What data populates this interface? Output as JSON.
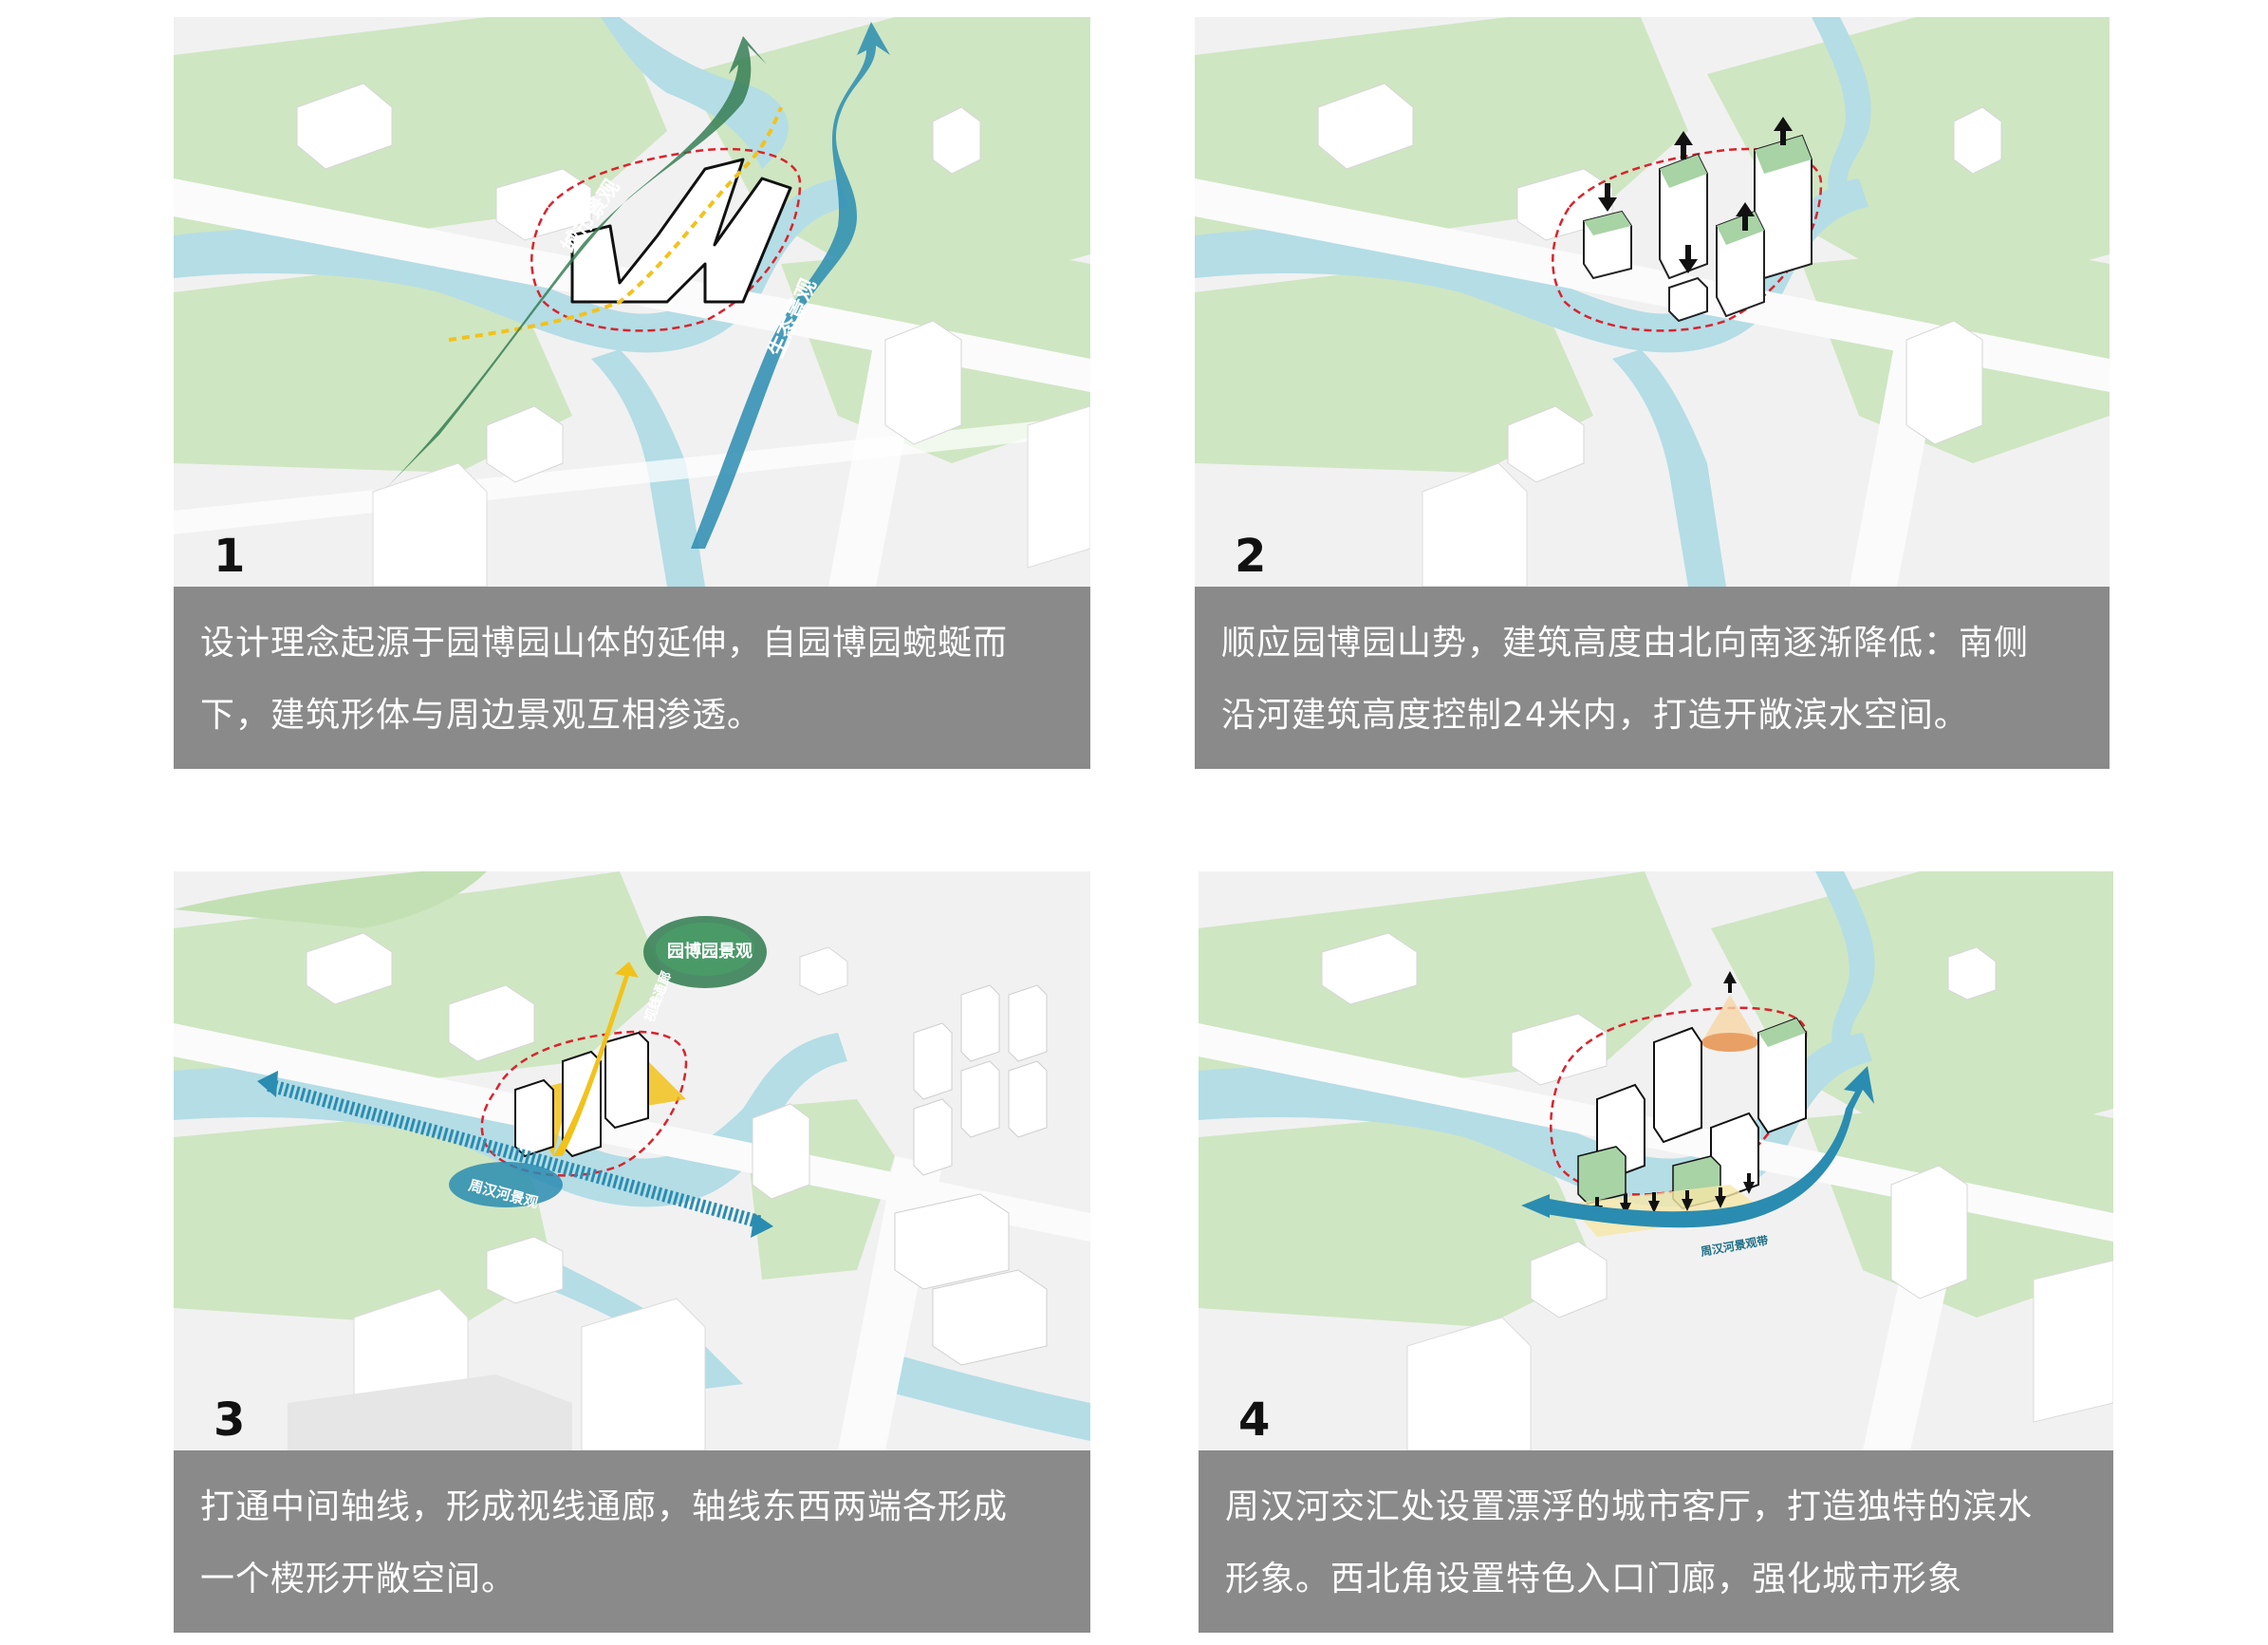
{
  "panels": [
    {
      "number": "1",
      "caption_lines": [
        "设计理念起源于园博园山体的延伸，自园博园蜿蜒而",
        "下，建筑形体与周边景观互相渗透。"
      ],
      "labels": {
        "city": "城市景观",
        "eco": "生态景观"
      }
    },
    {
      "number": "2",
      "caption_lines": [
        "顺应园博园山势，建筑高度由北向南逐渐降低：南侧",
        "沿河建筑高度控制24米内，打造开敞滨水空间。"
      ],
      "labels": {}
    },
    {
      "number": "3",
      "caption_lines": [
        "打通中间轴线，形成视线通廊，轴线东西两端各形成",
        "一个楔形开敞空间。"
      ],
      "labels": {
        "park": "园博园景观",
        "river": "周汉河景观",
        "axis": "视线通廊"
      }
    },
    {
      "number": "4",
      "caption_lines": [
        "周汉河交汇处设置漂浮的城市客厅，打造独特的滨水",
        "形象。西北角设置特色入口门廊，强化城市形象"
      ],
      "labels": {
        "belt": "周汉河景观带"
      }
    }
  ],
  "colors": {
    "caption_bg": "#8a8a8a",
    "grass": "#cfe6c2",
    "water": "#b4dde6",
    "road": "#f7f7f7",
    "boundary": "#d9232d",
    "green_arrow": "#2f7a4f",
    "blue_arrow": "#2a8cb0",
    "yellow": "#f2c21a"
  }
}
